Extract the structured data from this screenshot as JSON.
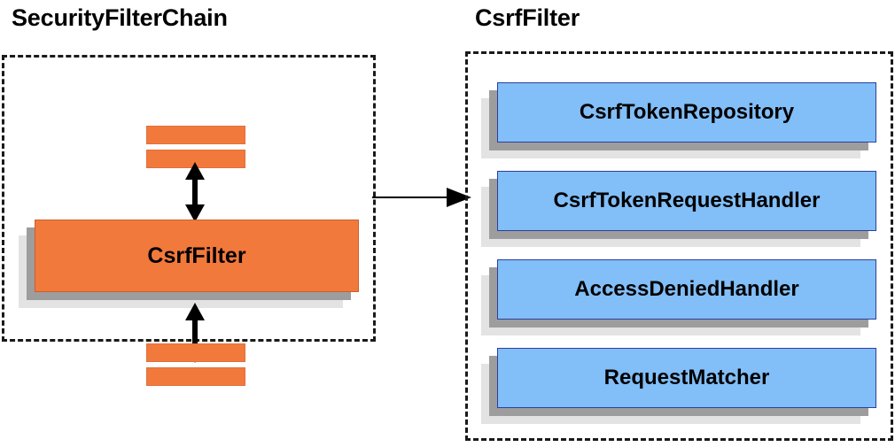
{
  "diagram": {
    "title_left": "SecurityFilterChain",
    "title_right": "CsrfFilter",
    "colors": {
      "orange": "#F2793C",
      "blue": "#82BEF7",
      "shadow_dark": "#9d9d9d",
      "shadow_light": "#e3e3e3",
      "border_blue": "#2c3f9e",
      "border_dashed": "#1a1a1a",
      "arrow": "#000000"
    },
    "left_panel": {
      "label": "SecurityFilterChain",
      "main_box": {
        "label": "CsrfFilter"
      },
      "filter_bars_above": 2,
      "filter_bars_below": 2,
      "arrows": [
        {
          "name": "chain-arrow-above",
          "type": "double-headed-vertical"
        },
        {
          "name": "chain-arrow-below",
          "type": "double-headed-vertical"
        }
      ]
    },
    "right_panel": {
      "label": "CsrfFilter",
      "components": [
        {
          "label": "CsrfTokenRepository"
        },
        {
          "label": "CsrfTokenRequestHandler"
        },
        {
          "label": "AccessDeniedHandler"
        },
        {
          "label": "RequestMatcher"
        }
      ]
    },
    "connector": {
      "name": "expand-arrow",
      "type": "single-headed-horizontal",
      "from": "SecurityFilterChain",
      "to": "CsrfFilter"
    }
  }
}
